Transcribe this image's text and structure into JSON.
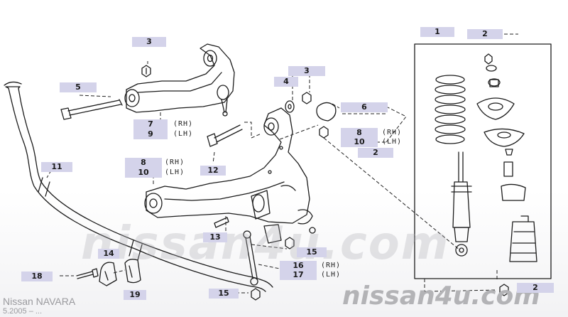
{
  "watermark": "nissan4u.com",
  "branding": {
    "site": "nissan4u.com",
    "model": "Nissan NAVARA",
    "date": "5.2005 – ..."
  },
  "callouts": {
    "c1": "1",
    "c2a": "2",
    "c2b": "2",
    "c2c": "2",
    "c3a": "3",
    "c3b": "3",
    "c4": "4",
    "c5": "5",
    "c6": "6",
    "c7": "7",
    "c8a": "8",
    "c8b": "8",
    "c9": "9",
    "c10a": "10",
    "c10b": "10",
    "c11": "11",
    "c12": "12",
    "c13": "13",
    "c14": "14",
    "c15a": "15",
    "c15b": "15",
    "c16": "16",
    "c17": "17",
    "c18": "18",
    "c19": "19"
  },
  "sides": {
    "rh": "(RH)",
    "lh": "(LH)"
  }
}
